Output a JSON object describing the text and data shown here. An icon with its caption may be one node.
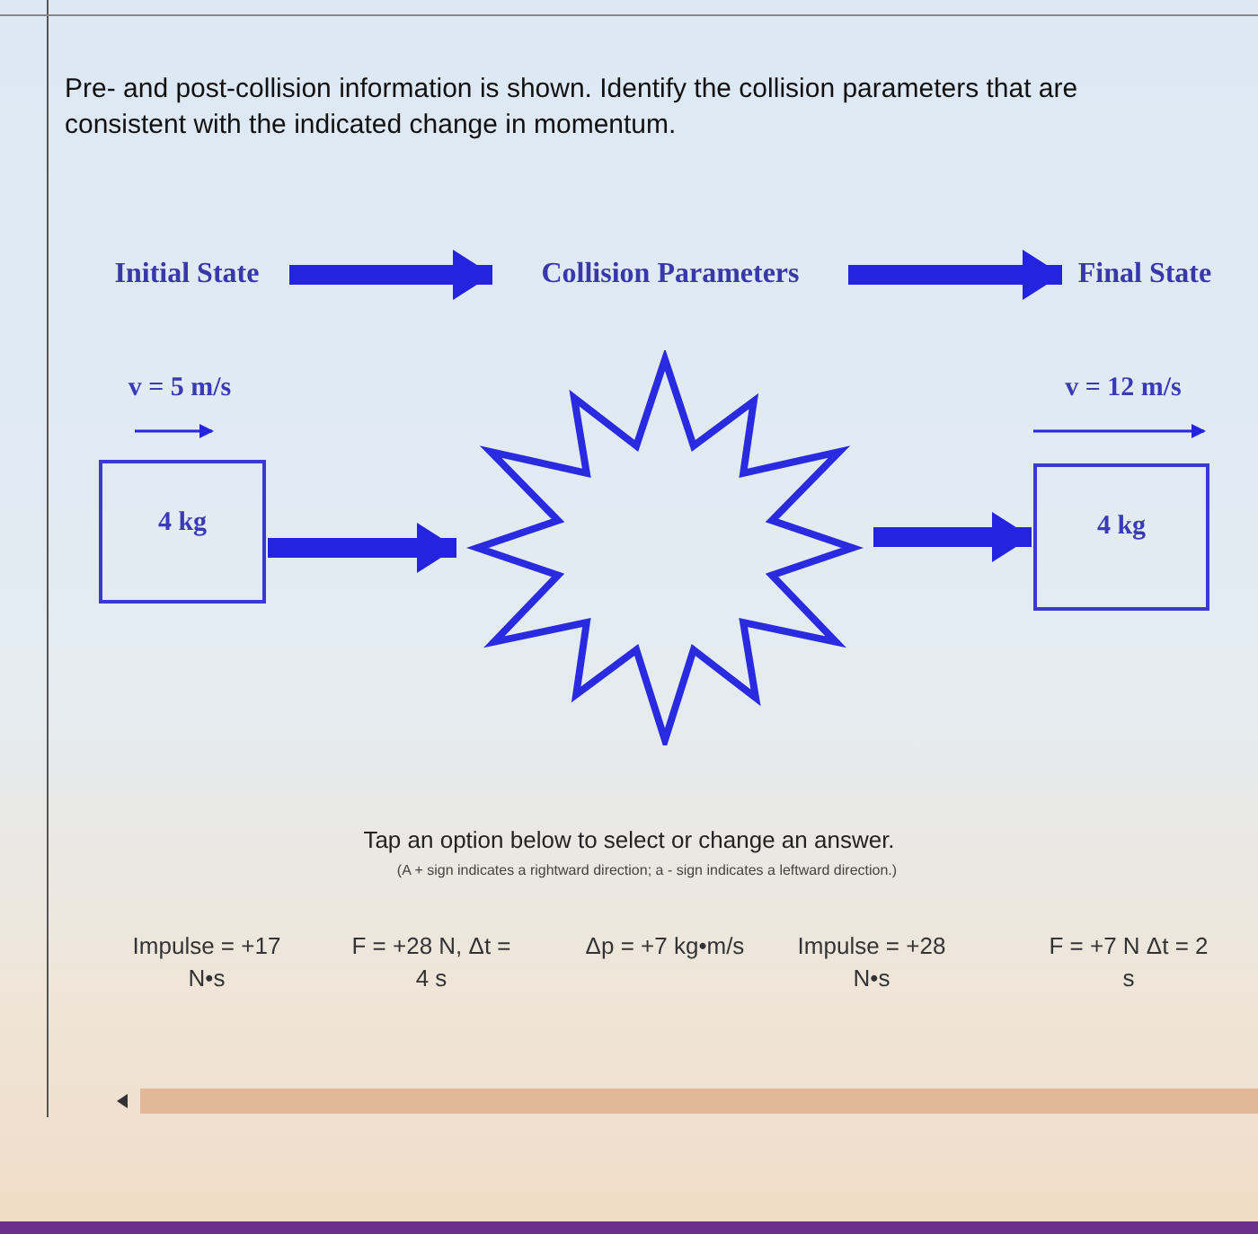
{
  "diagram": {
    "nodes": [
      {
        "text": [
          "Initial State"
        ]
      },
      {
        "text": [
          "Collision Parameters"
        ]
      },
      {
        "text": [
          "Final State"
        ]
      },
      {
        "text": [
          "4 kg"
        ],
        "beside": [
          "v = 5 m/s"
        ]
      },
      {
        "text": [],
        "shape": "star"
      },
      {
        "text": [
          "4 kg"
        ],
        "beside": [
          "v = 12 m/s"
        ]
      }
    ],
    "edges": [
      {
        "from": 0,
        "to": 1,
        "arrow": "to"
      },
      {
        "from": 1,
        "to": 2,
        "arrow": "to"
      },
      {
        "from": 3,
        "to": 4,
        "arrow": "to"
      },
      {
        "from": 4,
        "to": 5,
        "arrow": "to"
      }
    ],
    "labels": [
      "Pre- and post-collision information is shown. Identify the collision parameters that are consistent with the indicated change in momentum.",
      "Tap an option below to select or change an answer.",
      "(A + sign indicates a rightward direction; a - sign indicates a leftward direction.)",
      "Impulse = +17 N•s",
      "F = +28 N, Δt = 4 s",
      "Δp = +7 kg•m/s",
      "Impulse = +28 N•s",
      "F = +7 N Δt = 2 s"
    ]
  }
}
